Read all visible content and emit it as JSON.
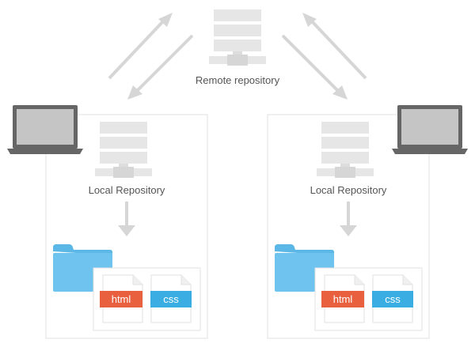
{
  "remote": {
    "label": "Remote repository"
  },
  "left": {
    "label": "Local Repository",
    "files": [
      {
        "type": "html"
      },
      {
        "type": "css"
      }
    ]
  },
  "right": {
    "label": "Local Repository",
    "files": [
      {
        "type": "html"
      },
      {
        "type": "css"
      }
    ]
  },
  "colors": {
    "html_tag": "#e9603f",
    "css_tag": "#3aaee3",
    "folder": "#6ec3ef",
    "server": "#e6e6e6",
    "arrow": "#d6d6d6",
    "laptop": "#666666"
  }
}
